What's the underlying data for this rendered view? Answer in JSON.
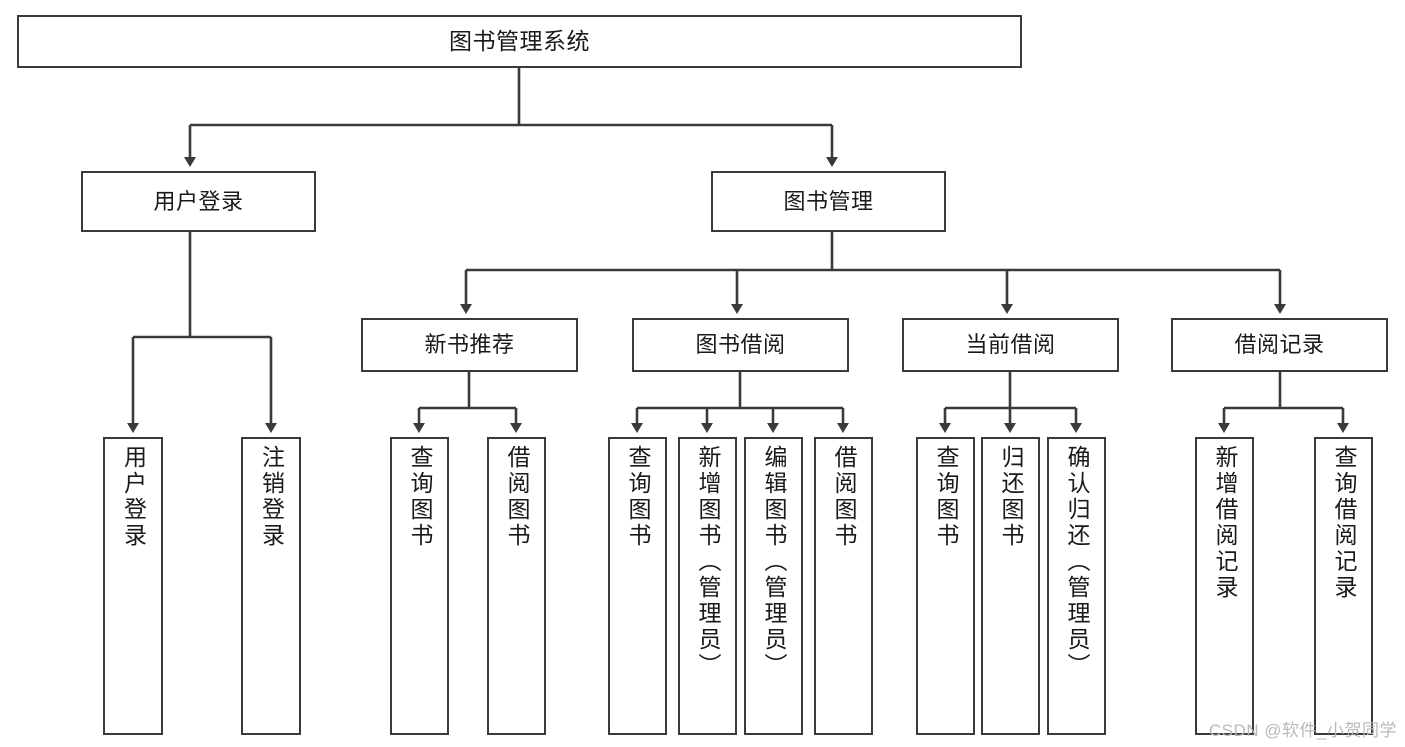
{
  "diagram": {
    "title": "图书管理系统",
    "type": "tree-hierarchy-chart",
    "colors": {
      "background": "#ffffff",
      "box_border": "#3a3a3a",
      "connector": "#3a3a3a",
      "text": "#1a1a1a",
      "watermark": "#b9b9b9"
    },
    "root": {
      "label": "图书管理系统"
    },
    "level2": [
      {
        "label": "用户登录"
      },
      {
        "label": "图书管理"
      }
    ],
    "level3": [
      {
        "label": "新书推荐"
      },
      {
        "label": "图书借阅"
      },
      {
        "label": "当前借阅"
      },
      {
        "label": "借阅记录"
      }
    ],
    "leaves": {
      "user_login": [
        {
          "label": "用户登录"
        },
        {
          "label": "注销登录"
        }
      ],
      "new_book_recommend": [
        {
          "label": "查询图书"
        },
        {
          "label": "借阅图书"
        }
      ],
      "book_borrow": [
        {
          "label": "查询图书"
        },
        {
          "label": "新增图书（管理员）"
        },
        {
          "label": "编辑图书（管理员）"
        },
        {
          "label": "借阅图书"
        }
      ],
      "current_borrow": [
        {
          "label": "查询图书"
        },
        {
          "label": "归还图书"
        },
        {
          "label": "确认归还（管理员）"
        }
      ],
      "borrow_record": [
        {
          "label": "新增借阅记录"
        },
        {
          "label": "查询借阅记录"
        }
      ]
    }
  },
  "watermark": {
    "text": "CSDN @软件_小贺同学"
  }
}
